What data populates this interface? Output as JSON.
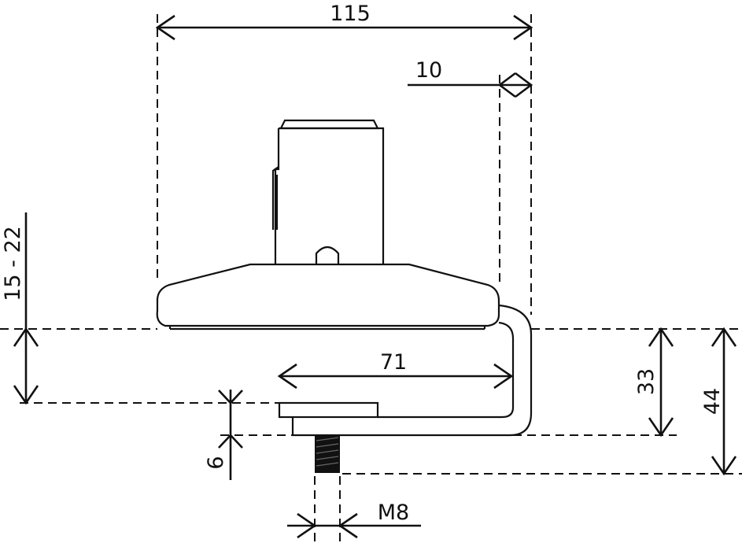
{
  "title": "Mounting bracket dimension drawing",
  "dimensions": {
    "overall_width": "115",
    "offset": "10",
    "clamp_range": "15 - 22",
    "inner_width": "71",
    "height_inner": "33",
    "height_overall": "44",
    "plate_thickness": "6",
    "thread": "M8"
  },
  "colors": {
    "line": "#111111",
    "background": "#ffffff"
  }
}
